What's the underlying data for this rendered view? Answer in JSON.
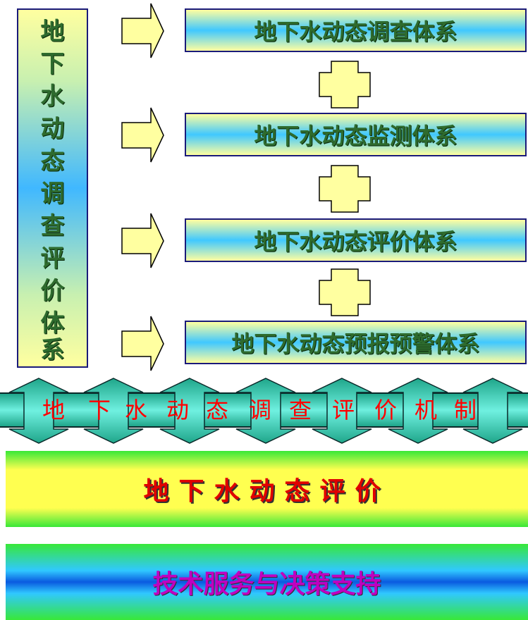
{
  "left_column": {
    "chars": [
      "地",
      "下",
      "水",
      "动",
      "态",
      "调",
      "查",
      "评",
      "价",
      "体",
      "系"
    ]
  },
  "systems": [
    {
      "label": "地下水动态调查体系"
    },
    {
      "label": "地下水动态监测体系"
    },
    {
      "label": "地下水动态评价体系"
    },
    {
      "label": "地下水动态预报预警体系"
    }
  ],
  "mechanism": {
    "chars": [
      "地",
      "下",
      "水",
      "动",
      "态",
      "调",
      "查",
      "评",
      "价",
      "机",
      "制"
    ]
  },
  "evaluation": {
    "label": "地下水动态评价"
  },
  "support": {
    "label": "技术服务与决策支持"
  },
  "colors": {
    "box_border": "#1a1a7a",
    "arrow_fill": "#ffffa0",
    "text_green": "#2e6b2e",
    "mech_text": "#ff0000",
    "eval_text": "#e00000",
    "support_text": "#c000c0"
  }
}
